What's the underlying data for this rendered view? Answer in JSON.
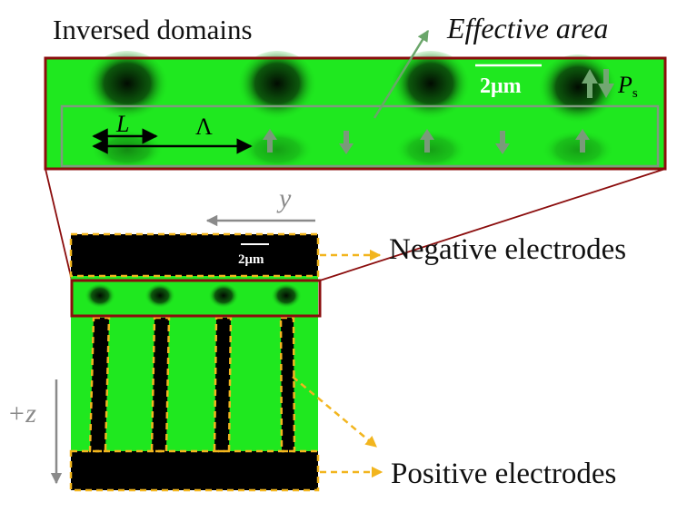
{
  "labels": {
    "inversed_domains": "Inversed domains",
    "effective_area": "Effective area",
    "negative_electrodes": "Negative electrodes",
    "positive_electrodes": "Positive electrodes",
    "scale_bar_top": "2μm",
    "scale_bar_bottom": "2μm",
    "period_symbol": "Λ",
    "width_symbol": "L",
    "polarization_symbol": "P",
    "polarization_subscript": "s",
    "y_axis": "y",
    "z_axis": "+z"
  },
  "colors": {
    "domain_green": "#1fe81f",
    "electrode_black": "#000000",
    "frame_red": "#8b0d0d",
    "dash_orange": "#f2b51e",
    "arrow_gray": "#8a8a8a",
    "effective_arrow_green": "#6aa66a",
    "polarization_arrow_green": "#72a772"
  }
}
